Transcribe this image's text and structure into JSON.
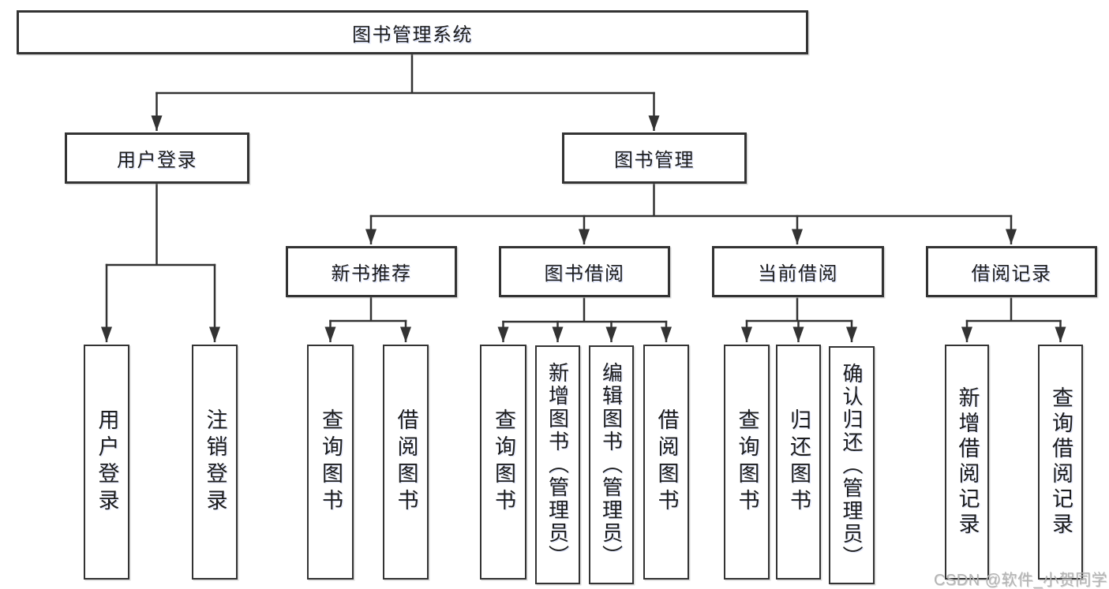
{
  "tree": {
    "root": {
      "label": "图书管理系统"
    },
    "branches": [
      {
        "label": "用户登录",
        "children": [
          {
            "label": "用户登录"
          },
          {
            "label": "注销登录"
          }
        ]
      },
      {
        "label": "图书管理",
        "children": [
          {
            "label": "新书推荐",
            "children": [
              {
                "label": "查询图书"
              },
              {
                "label": "借阅图书"
              }
            ]
          },
          {
            "label": "图书借阅",
            "children": [
              {
                "label": "查询图书"
              },
              {
                "label": "新增图书（管理员）"
              },
              {
                "label": "编辑图书（管理员）"
              },
              {
                "label": "借阅图书"
              }
            ]
          },
          {
            "label": "当前借阅",
            "children": [
              {
                "label": "查询图书"
              },
              {
                "label": "归还图书"
              },
              {
                "label": "确认归还（管理员）"
              }
            ]
          },
          {
            "label": "借阅记录",
            "children": [
              {
                "label": "新增借阅记录"
              },
              {
                "label": "查询借阅记录"
              }
            ]
          }
        ]
      }
    ]
  },
  "watermark": {
    "text": "CSDN @软件_小贺同学"
  },
  "colors": {
    "line": "#333333",
    "box_border": "#333333",
    "text": "#1c1c1c",
    "watermark": "#b4b4b4",
    "background": "#ffffff"
  }
}
